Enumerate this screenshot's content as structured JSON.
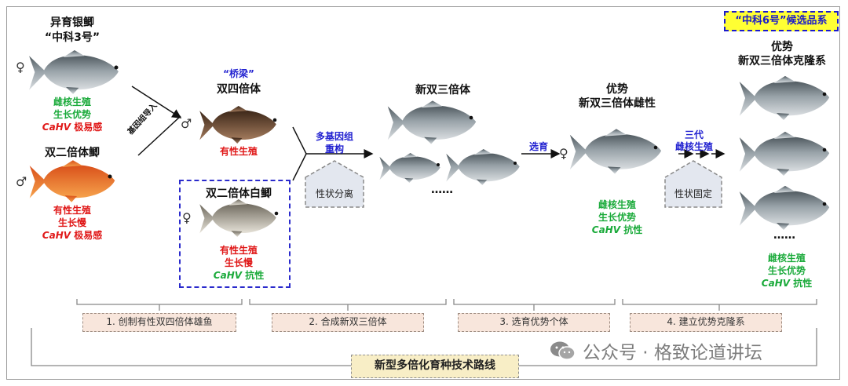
{
  "parents": {
    "silver": {
      "name": "异育银鲫",
      "strain": "“中科3号”",
      "traits": [
        "雌核生殖",
        "生长优势"
      ],
      "virus": "CaHV",
      "virus_suffix": " 极易感",
      "sex": "♀"
    },
    "red": {
      "name": "双二倍体鲫",
      "traits": [
        "有性生殖",
        "生长慢"
      ],
      "virus": "CaHV",
      "virus_suffix": " 极易感",
      "sex": "♂"
    }
  },
  "gene_introgression": "基因组导入",
  "bridge": {
    "tag": "“桥梁”",
    "name": "双四倍体",
    "trait": "有性生殖",
    "sex": "♂"
  },
  "white_crucian": {
    "name": "双二倍体白鲫",
    "traits": [
      "有性生殖",
      "生长慢"
    ],
    "virus": "CaHV",
    "virus_suffix": " 抗性",
    "sex": "♀"
  },
  "reconstruction": [
    "多基因组",
    "重构"
  ],
  "segregation": "性状分离",
  "new_triploid": {
    "name": "新双三倍体",
    "more": "……"
  },
  "selection": "选育",
  "superior_female": {
    "title1": "优势",
    "title2": "新双三倍体雌性",
    "sex": "♀",
    "traits": [
      "雌核生殖",
      "生长优势"
    ],
    "virus": "CaHV",
    "virus_suffix": " 抗性"
  },
  "three_gen": [
    "三代",
    "雌核生殖"
  ],
  "fixation": "性状固定",
  "clone": {
    "candidate": "“中科6号”候选品系",
    "title1": "优势",
    "title2": "新双三倍体克隆系",
    "more": "……",
    "traits": [
      "雌核生殖",
      "生长优势"
    ],
    "virus": "CaHV",
    "virus_suffix": " 抗性"
  },
  "steps": [
    "1.  创制有性双四倍体雄鱼",
    "2.  合成新双三倍体",
    "3. 选育优势个体",
    "4.  建立优势克隆系"
  ],
  "route": "新型多倍化育种技术路线",
  "watermark": "公众号 · 格致论道讲坛",
  "colors": {
    "silver_fish": "#8e979c",
    "red_fish": "#e8762a",
    "bronze_fish": "#6b4a36",
    "white_fish": "#b8b3a6",
    "green_text": "#1aaa3a",
    "red_text": "#e01818",
    "blue_text": "#1f1fd0"
  }
}
